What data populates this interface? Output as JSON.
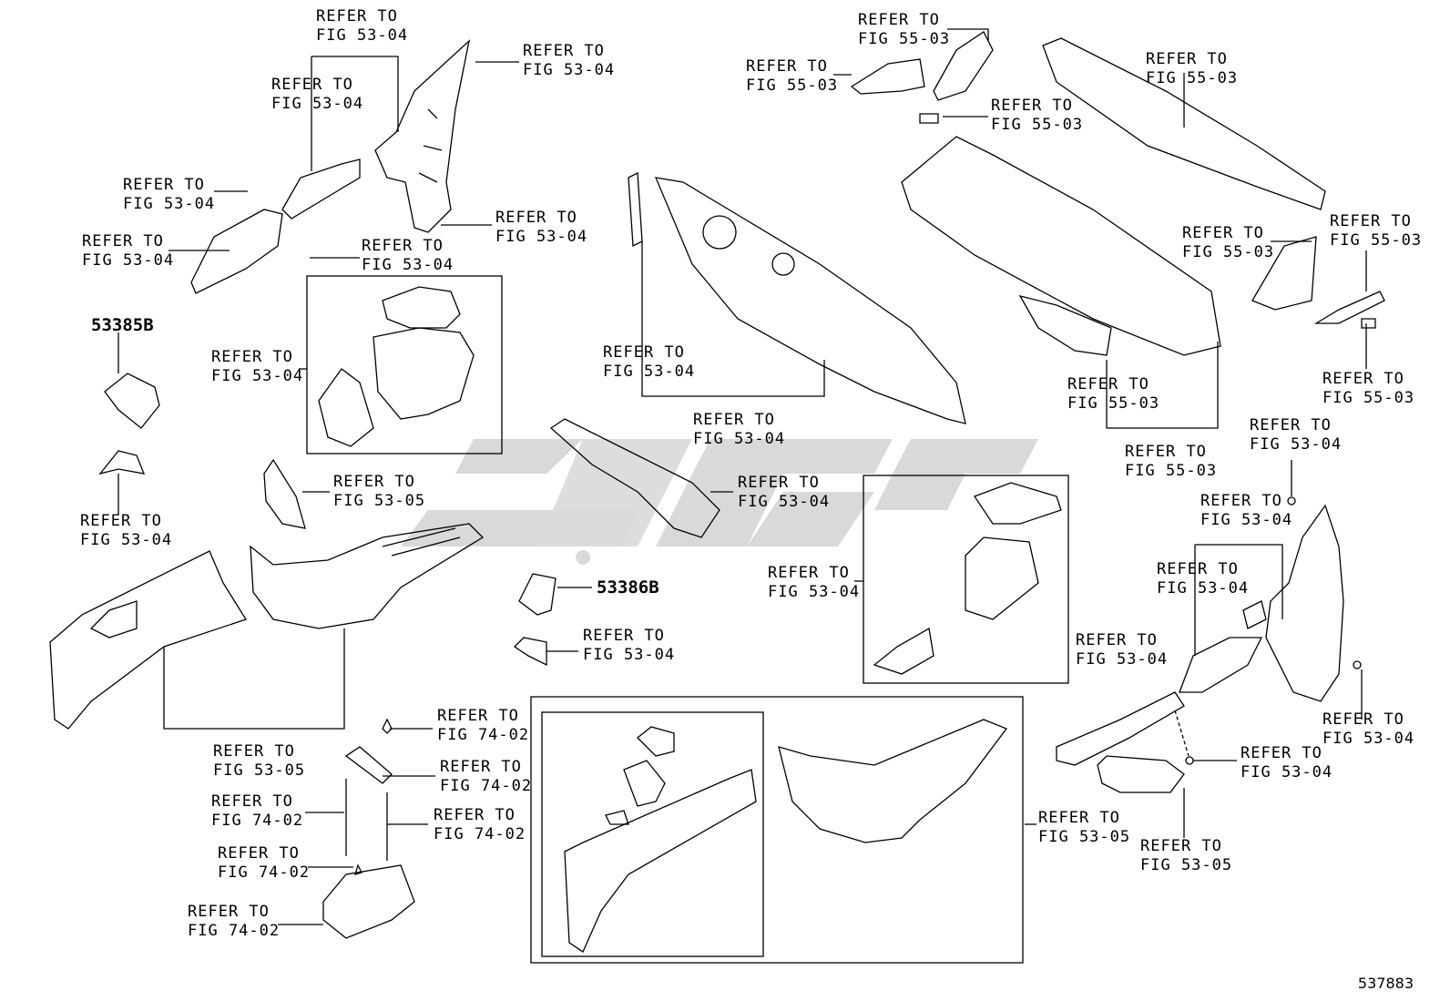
{
  "refer_prefix": "REFER TO",
  "callouts": [
    {
      "id": "c01",
      "fig": "FIG 53-04"
    },
    {
      "id": "c02",
      "fig": "FIG 53-04"
    },
    {
      "id": "c03",
      "fig": "FIG 53-04"
    },
    {
      "id": "c04",
      "fig": "FIG 53-04"
    },
    {
      "id": "c05",
      "fig": "FIG 53-04"
    },
    {
      "id": "c06",
      "fig": "FIG 53-04"
    },
    {
      "id": "c07",
      "fig": "FIG 53-04"
    },
    {
      "id": "c08",
      "fig": "FIG 53-04"
    },
    {
      "id": "c09",
      "fig": "FIG 53-04"
    },
    {
      "id": "c10",
      "fig": "FIG 53-05"
    },
    {
      "id": "c11",
      "fig": "FIG 53-05"
    },
    {
      "id": "c12",
      "fig": "FIG 74-02"
    },
    {
      "id": "c13",
      "fig": "FIG 74-02"
    },
    {
      "id": "c14",
      "fig": "FIG 74-02"
    },
    {
      "id": "c15",
      "fig": "FIG 74-02"
    },
    {
      "id": "c16",
      "fig": "FIG 74-02"
    },
    {
      "id": "c17",
      "fig": "FIG 74-02"
    },
    {
      "id": "c18",
      "fig": "FIG 53-04"
    },
    {
      "id": "c19",
      "fig": "FIG 53-04"
    },
    {
      "id": "c20",
      "fig": "FIG 53-04"
    },
    {
      "id": "c21",
      "fig": "FIG 53-04"
    },
    {
      "id": "c22",
      "fig": "FIG 53-04"
    },
    {
      "id": "c23",
      "fig": "FIG 55-03"
    },
    {
      "id": "c24",
      "fig": "FIG 55-03"
    },
    {
      "id": "c25",
      "fig": "FIG 55-03"
    },
    {
      "id": "c26",
      "fig": "FIG 55-03"
    },
    {
      "id": "c27",
      "fig": "FIG 55-03"
    },
    {
      "id": "c28",
      "fig": "FIG 55-03"
    },
    {
      "id": "c29",
      "fig": "FIG 55-03"
    },
    {
      "id": "c30",
      "fig": "FIG 55-03"
    },
    {
      "id": "c31",
      "fig": "FIG 55-03"
    },
    {
      "id": "c32",
      "fig": "FIG 53-04"
    },
    {
      "id": "c33",
      "fig": "FIG 53-04"
    },
    {
      "id": "c34",
      "fig": "FIG 53-04"
    },
    {
      "id": "c35",
      "fig": "FIG 53-04"
    },
    {
      "id": "c36",
      "fig": "FIG 53-04"
    },
    {
      "id": "c37",
      "fig": "FIG 53-04"
    },
    {
      "id": "c38",
      "fig": "FIG 53-05"
    },
    {
      "id": "c39",
      "fig": "FIG 53-05"
    }
  ],
  "part_numbers": [
    "53385B",
    "53386B"
  ],
  "illustration_number": "537883",
  "colors": {
    "line": "#000000",
    "watermark": "#d6d6d6",
    "background": "#ffffff"
  }
}
